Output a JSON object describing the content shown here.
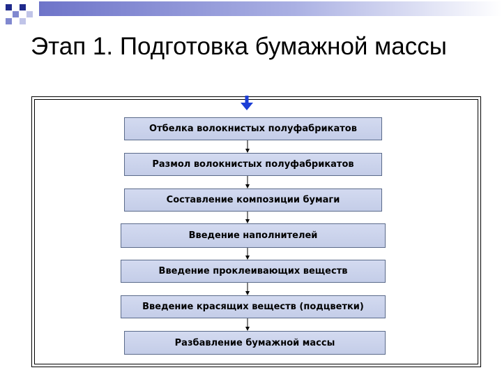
{
  "slide": {
    "title": "Этап 1. Подготовка бумажной массы"
  },
  "diagram": {
    "steps": [
      "Отбелка волокнистых полуфабрикатов",
      "Размол волокнистых полуфабрикатов",
      "Составление композиции бумаги",
      "Введение наполнителей",
      "Введение проклеивающих веществ",
      "Введение красящих веществ (подцветки)",
      "Разбавление бумажной массы"
    ]
  },
  "colors": {
    "accent_navy": "#1f2a8c",
    "accent_blue": "#5b63c7",
    "box_fill": "#c8d0ea",
    "input_arrow": "#1c3ed6"
  }
}
